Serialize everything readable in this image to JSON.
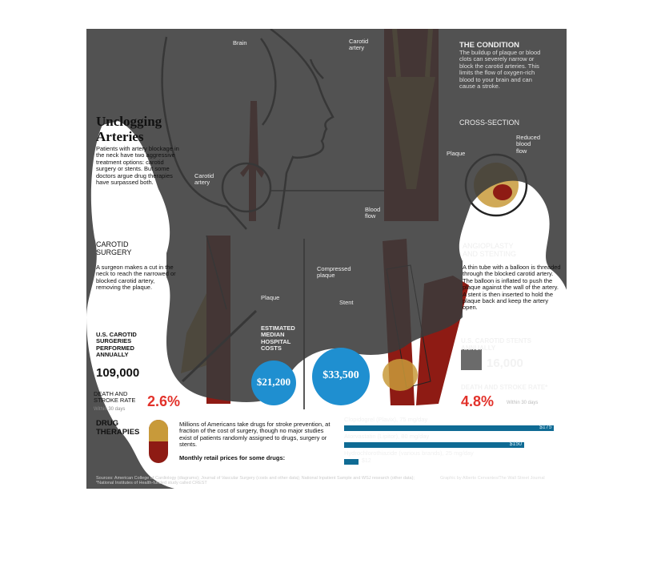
{
  "labels": {
    "brain": "Brain",
    "carotid_artery_top": "Carotid\nartery",
    "carotid_artery_left": "Carotid\nartery",
    "blood_flow": "Blood\nflow",
    "plaque": "Plaque",
    "reduced_blood_flow": "Reduced\nblood\nflow",
    "plaque_surgery": "Plaque",
    "compressed_plaque": "Compressed\nplaque",
    "stent": "Stent"
  },
  "intro": {
    "title": "Unclogging Arteries",
    "body": "Patients with artery blockage in the neck have two aggressive treatment options: carotid surgery or stents. But some doctors argue drug therapies have surpassed both."
  },
  "condition": {
    "heading": "THE CONDITION",
    "body": "The buildup of plaque or blood clots can severely narrow or block the carotid arteries. This limits the flow of oxygen-rich blood to your brain and can cause a stroke.",
    "cross_section": "CROSS-SECTION"
  },
  "surgery": {
    "heading": "CAROTID\nSURGERY",
    "body": "A surgeon makes a cut in the neck to reach the narrowed or blocked carotid artery, removing the plaque.",
    "count_label": "U.S. CAROTID\nSURGERIES\nPERFORMED\nANNUALLY",
    "count": "109,000",
    "death_label": "DEATH AND\nSTROKE RATE",
    "death_sub": "Within 30 days",
    "death_rate": "2.6%"
  },
  "costs": {
    "heading": "ESTIMATED\nMEDIAN\nHOSPITAL\nCOSTS",
    "surgery_cost": "$21,200",
    "stent_cost": "$33,500"
  },
  "stenting": {
    "heading": "ANGIOPLASTY\nAND STENTING",
    "body": "A thin tube with a balloon is threaded through the blocked carotid artery. The balloon is inflated to push the plaque against the wall of the artery. A stent is then inserted to hold the plaque back and keep the artery open.",
    "count_label": "U.S. CAROTID STENTS ANNUALLY",
    "count": "16,000",
    "death_label": "DEATH AND STROKE RATE*",
    "death_rate": "4.8%",
    "death_sub": "Within 30 days"
  },
  "drugs": {
    "heading": "DRUG\nTHERAPIES",
    "body": "Millions of Americans take drugs for stroke prevention, at fraction of the cost of surgery, though no major studies exist of patients randomly assigned to drugs, surgery or stents.",
    "prices_label": "Monthly retail prices for some drugs:",
    "items": [
      {
        "name": "Clopidogrel (Plavix), 75 mg/day",
        "price": "$175",
        "value": 175
      },
      {
        "name": "Atorvastatin (Lipitor), 80 mg/day",
        "price": "$150",
        "value": 150
      },
      {
        "name": "Hydrochlorothiazide (various brands), 25 mg/day",
        "price": "$12",
        "value": 12
      }
    ]
  },
  "footer": {
    "sources": "Sources: American College of Cardiology (diagrams); Journal of Vascular Surgery (costs and other data); National Inpatient Sample and WSJ research (other data); *National Institutes of Health-funded study called CREST",
    "credit": "Graphic by Alberto Cervantes/The Wall Street Journal"
  },
  "colors": {
    "artery": "#8e1b14",
    "plaque": "#c89a3a",
    "cost_circle": "#1f8fd0",
    "bar": "#0f6b94",
    "rate_red": "#e2322b",
    "overlay": "#3a3a3a"
  }
}
